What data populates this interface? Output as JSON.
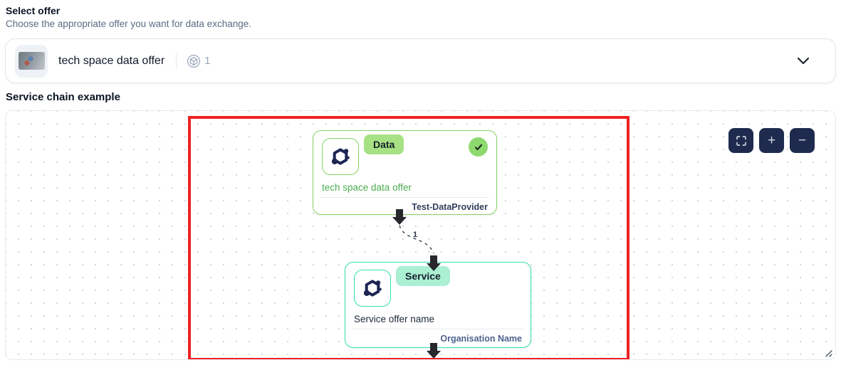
{
  "select_offer": {
    "title": "Select offer",
    "subtitle": "Choose the appropriate offer you want for data exchange.",
    "selected_offer": {
      "name": "tech space data offer",
      "participant_count": "1"
    }
  },
  "service_chain": {
    "title": "Service chain example",
    "controls": {
      "zoom_in_label": "+",
      "zoom_out_label": "−"
    },
    "edge": {
      "label": "1"
    },
    "nodes": {
      "data": {
        "badge": "Data",
        "offer_name": "tech space data offer",
        "organisation": "Test-DataProvider"
      },
      "service": {
        "badge": "Service",
        "offer_name": "Service offer name",
        "organisation": "Organisation Name"
      }
    }
  },
  "colors": {
    "selection_red": "#ee2222",
    "data_green_border": "#85d463",
    "data_badge_bg": "#a6e184",
    "data_offer_text": "#4cae50",
    "check_circle_bg": "#8ed96e",
    "service_mint_border": "#2fe3ae",
    "service_badge_bg": "#abf0d3",
    "organisation_text": "#4f638f",
    "control_button_bg": "#1e2b4e",
    "muted_text": "#5b6b84"
  }
}
